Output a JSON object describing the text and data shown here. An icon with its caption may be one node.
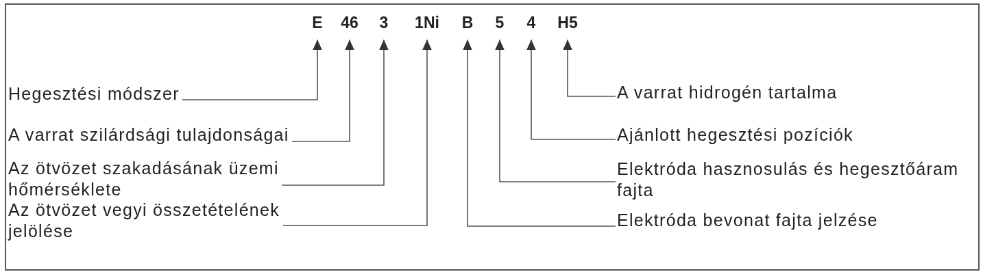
{
  "diagram": {
    "nodes": [
      {
        "text": [
          "E"
        ]
      },
      {
        "text": [
          "46"
        ]
      },
      {
        "text": [
          "3"
        ]
      },
      {
        "text": [
          "1Ni"
        ]
      },
      {
        "text": [
          "B"
        ]
      },
      {
        "text": [
          "5"
        ]
      },
      {
        "text": [
          "4"
        ]
      },
      {
        "text": [
          "H5"
        ]
      },
      {
        "text": [
          "Hegesztési módszer"
        ]
      },
      {
        "text": [
          "A varrat hidrogén tartalma"
        ]
      },
      {
        "text": [
          "A varrat szilárdsági tulajdonságai"
        ]
      },
      {
        "text": [
          "Ajánlott hegesztési pozíciók"
        ]
      },
      {
        "text": [
          "Az ötvözet szakadásának üzemi hőmérséklete"
        ]
      },
      {
        "text": [
          "Elektróda hasznosulás és hegesztőáram fajta"
        ]
      },
      {
        "text": [
          "Az ötvözet vegyi összetételének jelölése"
        ]
      },
      {
        "text": [
          "Elektróda bevonat fajta jelzése"
        ]
      }
    ],
    "edges": [
      {
        "from": 8,
        "to": 0,
        "arrow": "to"
      },
      {
        "from": 10,
        "to": 1,
        "arrow": "to"
      },
      {
        "from": 12,
        "to": 2,
        "arrow": "to"
      },
      {
        "from": 14,
        "to": 3,
        "arrow": "to"
      },
      {
        "from": 15,
        "to": 4,
        "arrow": "to"
      },
      {
        "from": 13,
        "to": 5,
        "arrow": "to"
      },
      {
        "from": 11,
        "to": 6,
        "arrow": "to"
      },
      {
        "from": 9,
        "to": 7,
        "arrow": "to"
      }
    ]
  }
}
